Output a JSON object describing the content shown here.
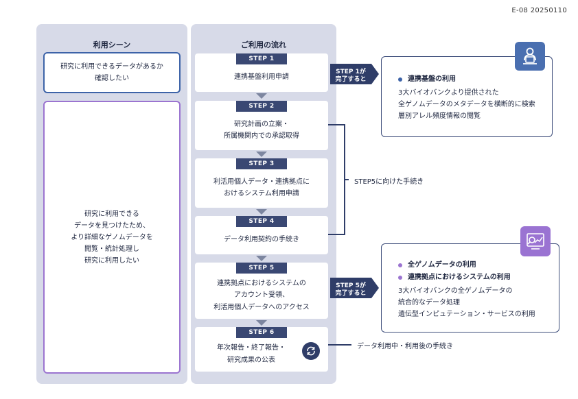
{
  "doc_id": "E-08 20250110",
  "columns": {
    "scenes_title": "利用シーン",
    "flow_title": "ご利用の流れ"
  },
  "scenes": [
    {
      "text": "研究に利用できるデータがあるか\n確認したい"
    },
    {
      "text": "研究に利用できる\nデータを見つけたため、\nより詳細なゲノムデータを\n閲覧・統計処理し\n研究に利用したい"
    }
  ],
  "steps": [
    {
      "label": "STEP 1",
      "text": "連携基盤利用申請"
    },
    {
      "label": "STEP 2",
      "text": "研究計画の立案・\n所属機関内での承認取得"
    },
    {
      "label": "STEP 3",
      "text": "利活用個人データ・連携拠点に\nおけるシステム利用申請"
    },
    {
      "label": "STEP 4",
      "text": "データ利用契約の手続き"
    },
    {
      "label": "STEP 5",
      "text": "連携拠点におけるシステムの\nアカウント受領、\n利活用個人データへのアクセス"
    },
    {
      "label": "STEP 6",
      "text": "年次報告・終了報告・\n研究成果の公表"
    }
  ],
  "badges": [
    {
      "text": "STEP 1が\n完了すると"
    },
    {
      "text": "STEP 5が\n完了すると"
    }
  ],
  "results": [
    {
      "icon": "user-laptop-icon",
      "items": [
        "連携基盤の利用"
      ],
      "lines": [
        "3大バイオバンクより提供された",
        "全ゲノムデータのメタデータを横断的に検索",
        "層別アレル頻度情報の閲覧"
      ]
    },
    {
      "icon": "chart-magnifier-icon",
      "items": [
        "全ゲノムデータの利用",
        "連携拠点におけるシステムの利用"
      ],
      "lines": [
        "3大バイオバンクの全ゲノムデータの",
        "統合的なデータ処理",
        "遺伝型インピュテーション・サービスの利用"
      ]
    }
  ],
  "annotations": {
    "steps_2_4": "STEP5に向けた手続き",
    "step_6": "データ利用中・利用後の手続き"
  },
  "colors": {
    "column_bg": "#d7dae8",
    "navy": "#3a4873",
    "badge": "#2f3d68",
    "blue_accent": "#3d63a8",
    "purple_accent": "#9b74d0",
    "icon_blue": "#4a6fb0",
    "icon_purple": "#9a73d2",
    "cycle_icon": "#2f3d68"
  }
}
